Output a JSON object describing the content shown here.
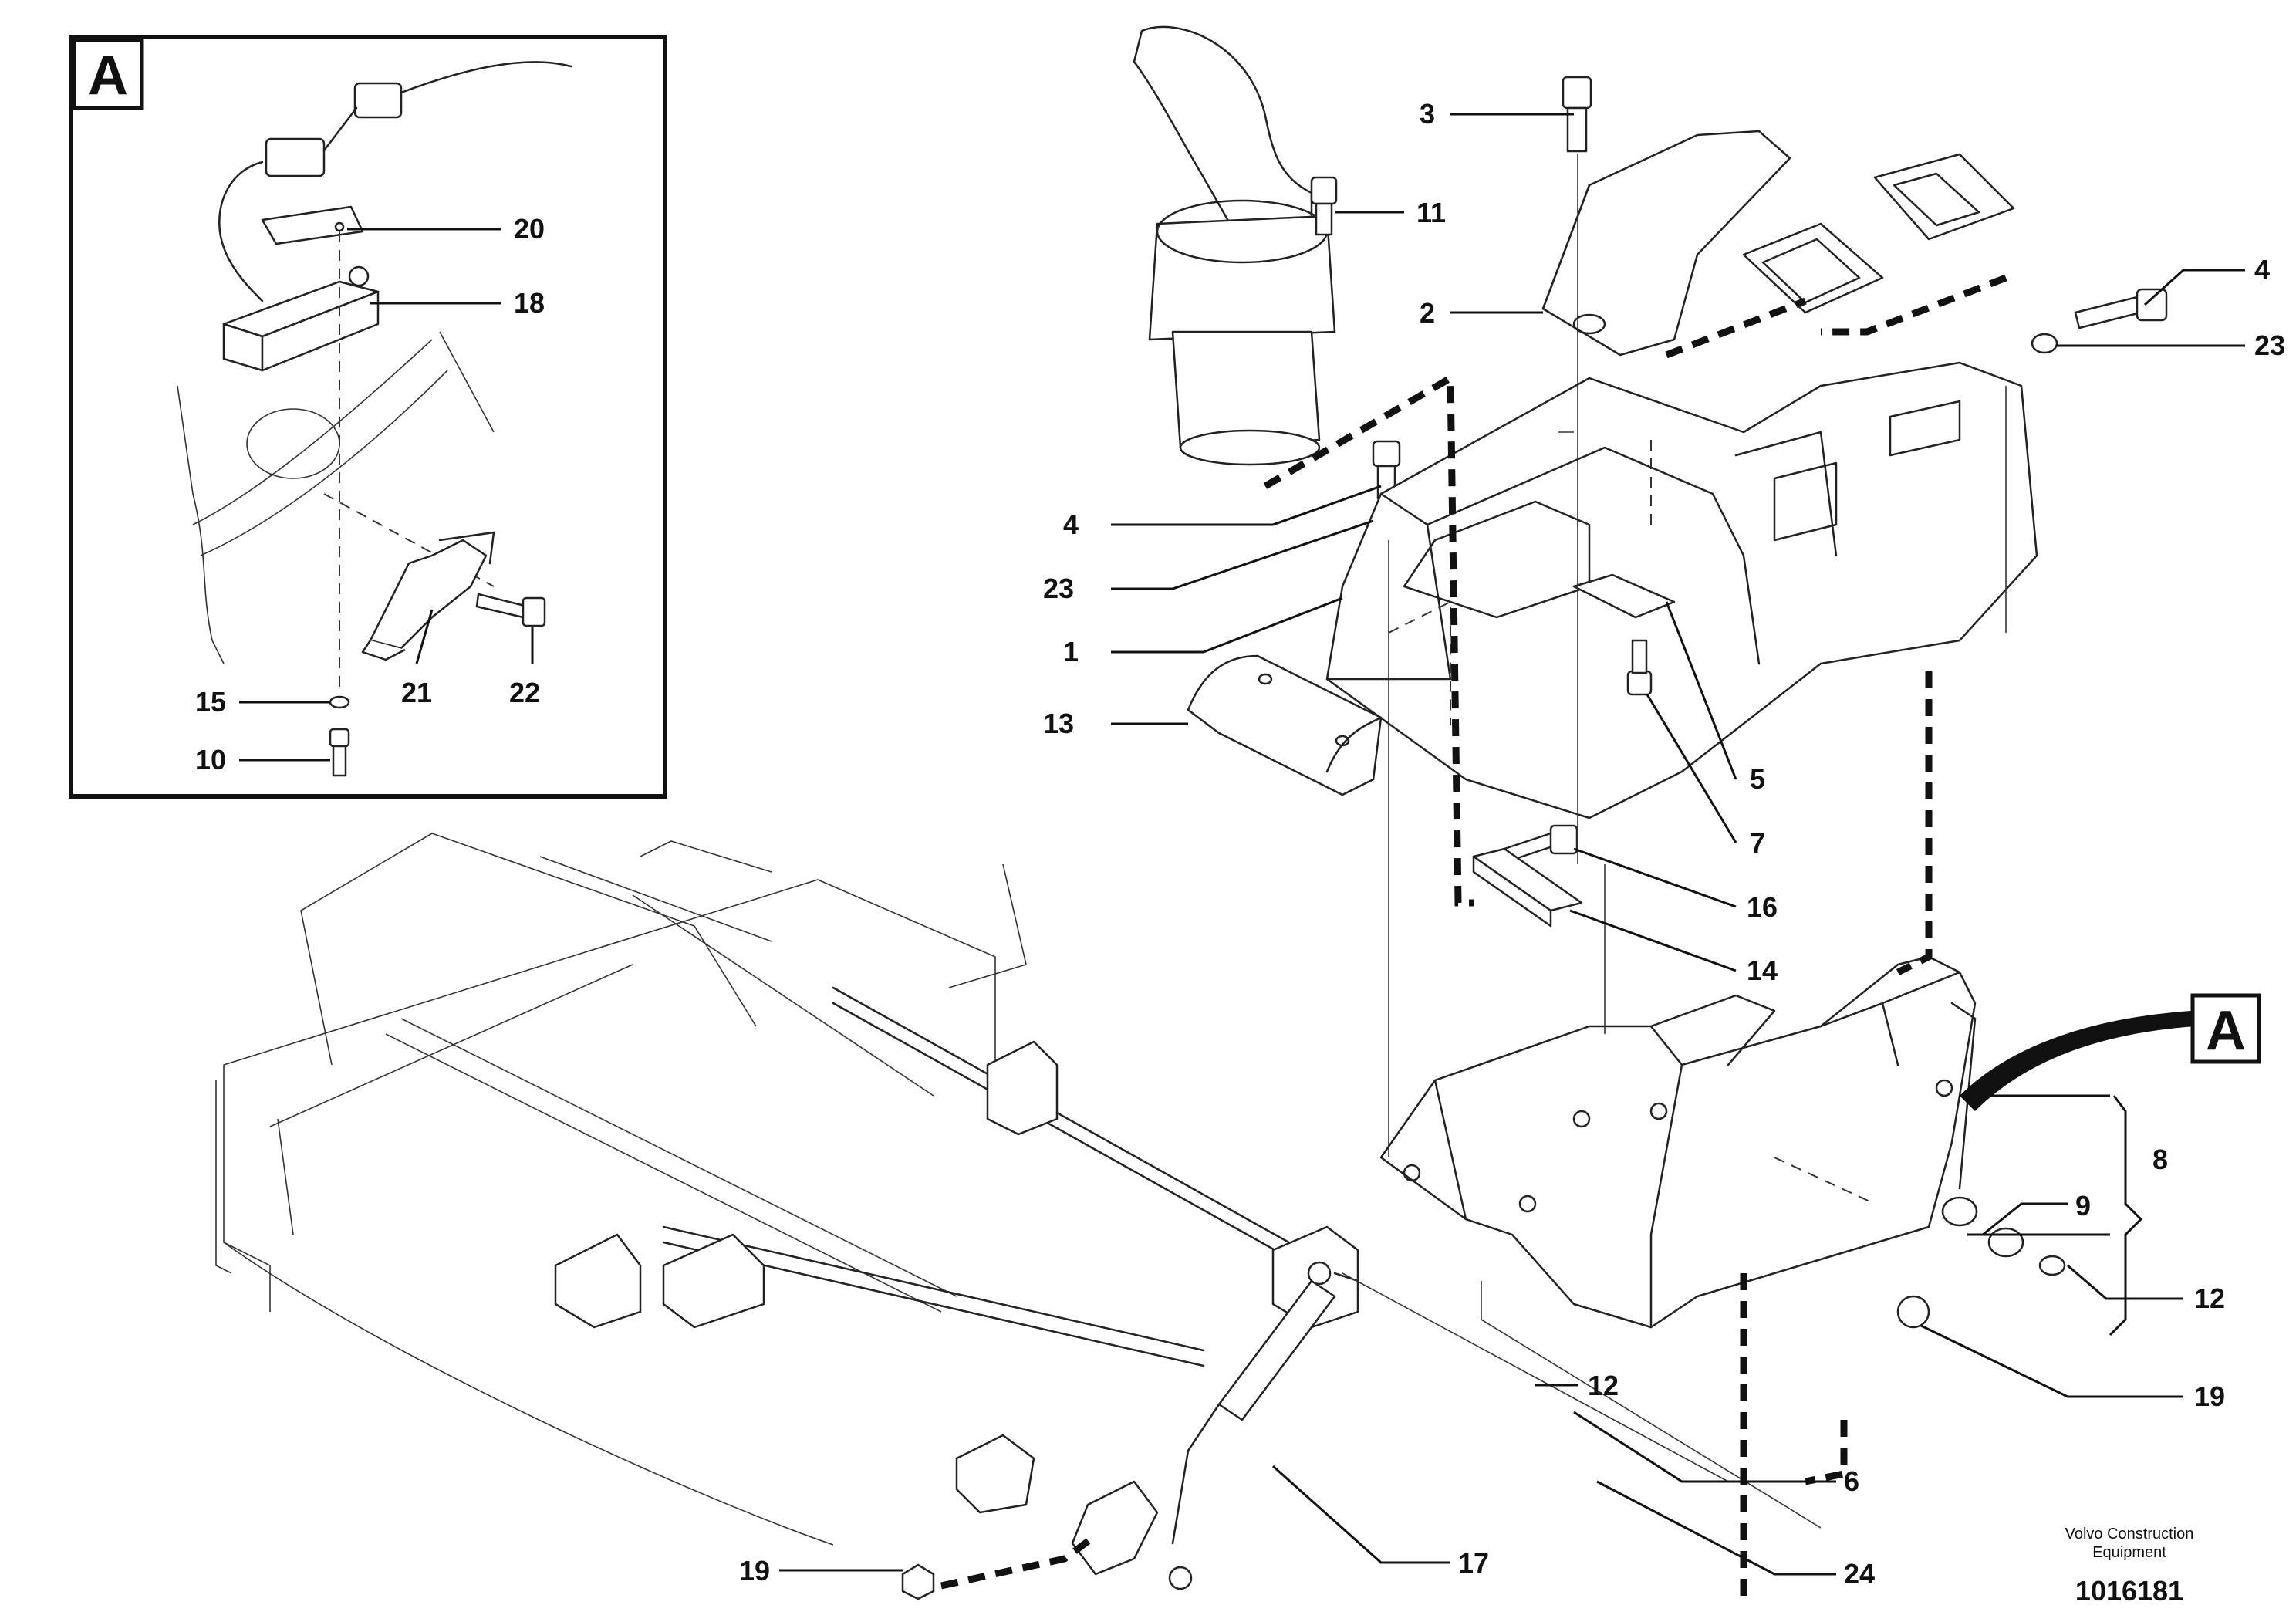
{
  "inset": {
    "letter": "A"
  },
  "callout": {
    "letter": "A"
  },
  "labels": {
    "l1": "1",
    "l2": "2",
    "l3": "3",
    "l4a": "4",
    "l4b": "4",
    "l5": "5",
    "l6": "6",
    "l7": "7",
    "l8": "8",
    "l9": "9",
    "l10": "10",
    "l11": "11",
    "l12a": "12",
    "l12b": "12",
    "l13": "13",
    "l14": "14",
    "l15": "15",
    "l16": "16",
    "l17": "17",
    "l18": "18",
    "l19a": "19",
    "l19b": "19",
    "l20": "20",
    "l21": "21",
    "l22": "22",
    "l23a": "23",
    "l23b": "23",
    "l24": "24"
  },
  "footer": {
    "credit_line1": "Volvo Construction",
    "credit_line2": "Equipment",
    "doc_number": "1016181"
  },
  "icons": [
    "joystick-icon",
    "console-housing-icon",
    "switch-panel-icon",
    "bolt-icon",
    "washer-icon",
    "gas-spring-icon",
    "frame-icon",
    "connector-icon"
  ]
}
